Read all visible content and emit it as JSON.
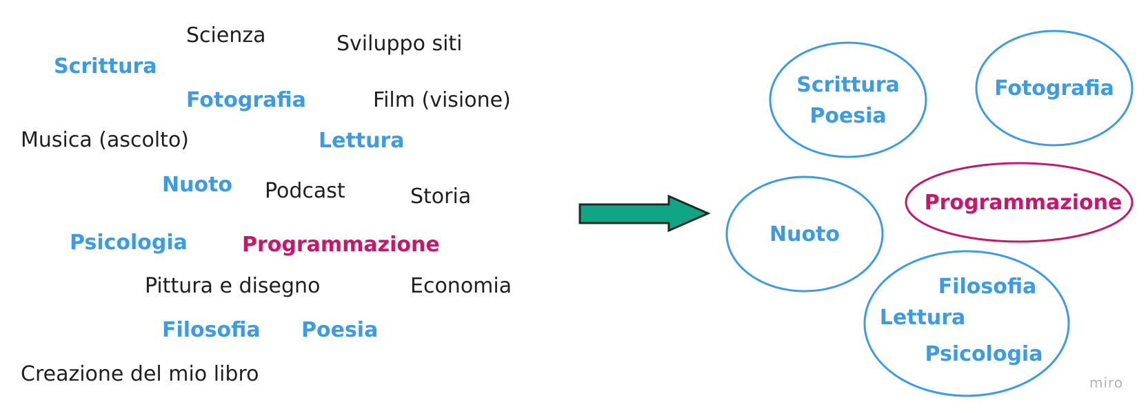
{
  "colors": {
    "highlight_blue": "#3c9be3",
    "highlight_magenta": "#c8176b",
    "plain_text": "#1f1f1f",
    "arrow_fill": "#10a585",
    "arrow_stroke": "#1f2a24",
    "watermark": "#b4b4b4"
  },
  "word_cloud": {
    "scienza": "Scienza",
    "sviluppo_siti": "Sviluppo siti",
    "scrittura": "Scrittura",
    "fotografia": "Fotografia",
    "film": "Film (visione)",
    "musica": "Musica (ascolto)",
    "lettura": "Lettura",
    "nuoto": "Nuoto",
    "podcast": "Podcast",
    "storia": "Storia",
    "psicologia": "Psicologia",
    "programmazione": "Programmazione",
    "pittura": "Pittura e disegno",
    "economia": "Economia",
    "filosofia": "Filosofia",
    "poesia": "Poesia",
    "creazione": "Creazione del mio libro"
  },
  "clusters": {
    "writing": {
      "line1": "Scrittura",
      "line2": "Poesia"
    },
    "photo": {
      "label": "Fotografia"
    },
    "swim": {
      "label": "Nuoto"
    },
    "coding": {
      "label": "Programmazione"
    },
    "humanities": {
      "line1": "Filosofia",
      "line2": "Lettura",
      "line3": "Psicologia"
    }
  },
  "watermark": "miro"
}
